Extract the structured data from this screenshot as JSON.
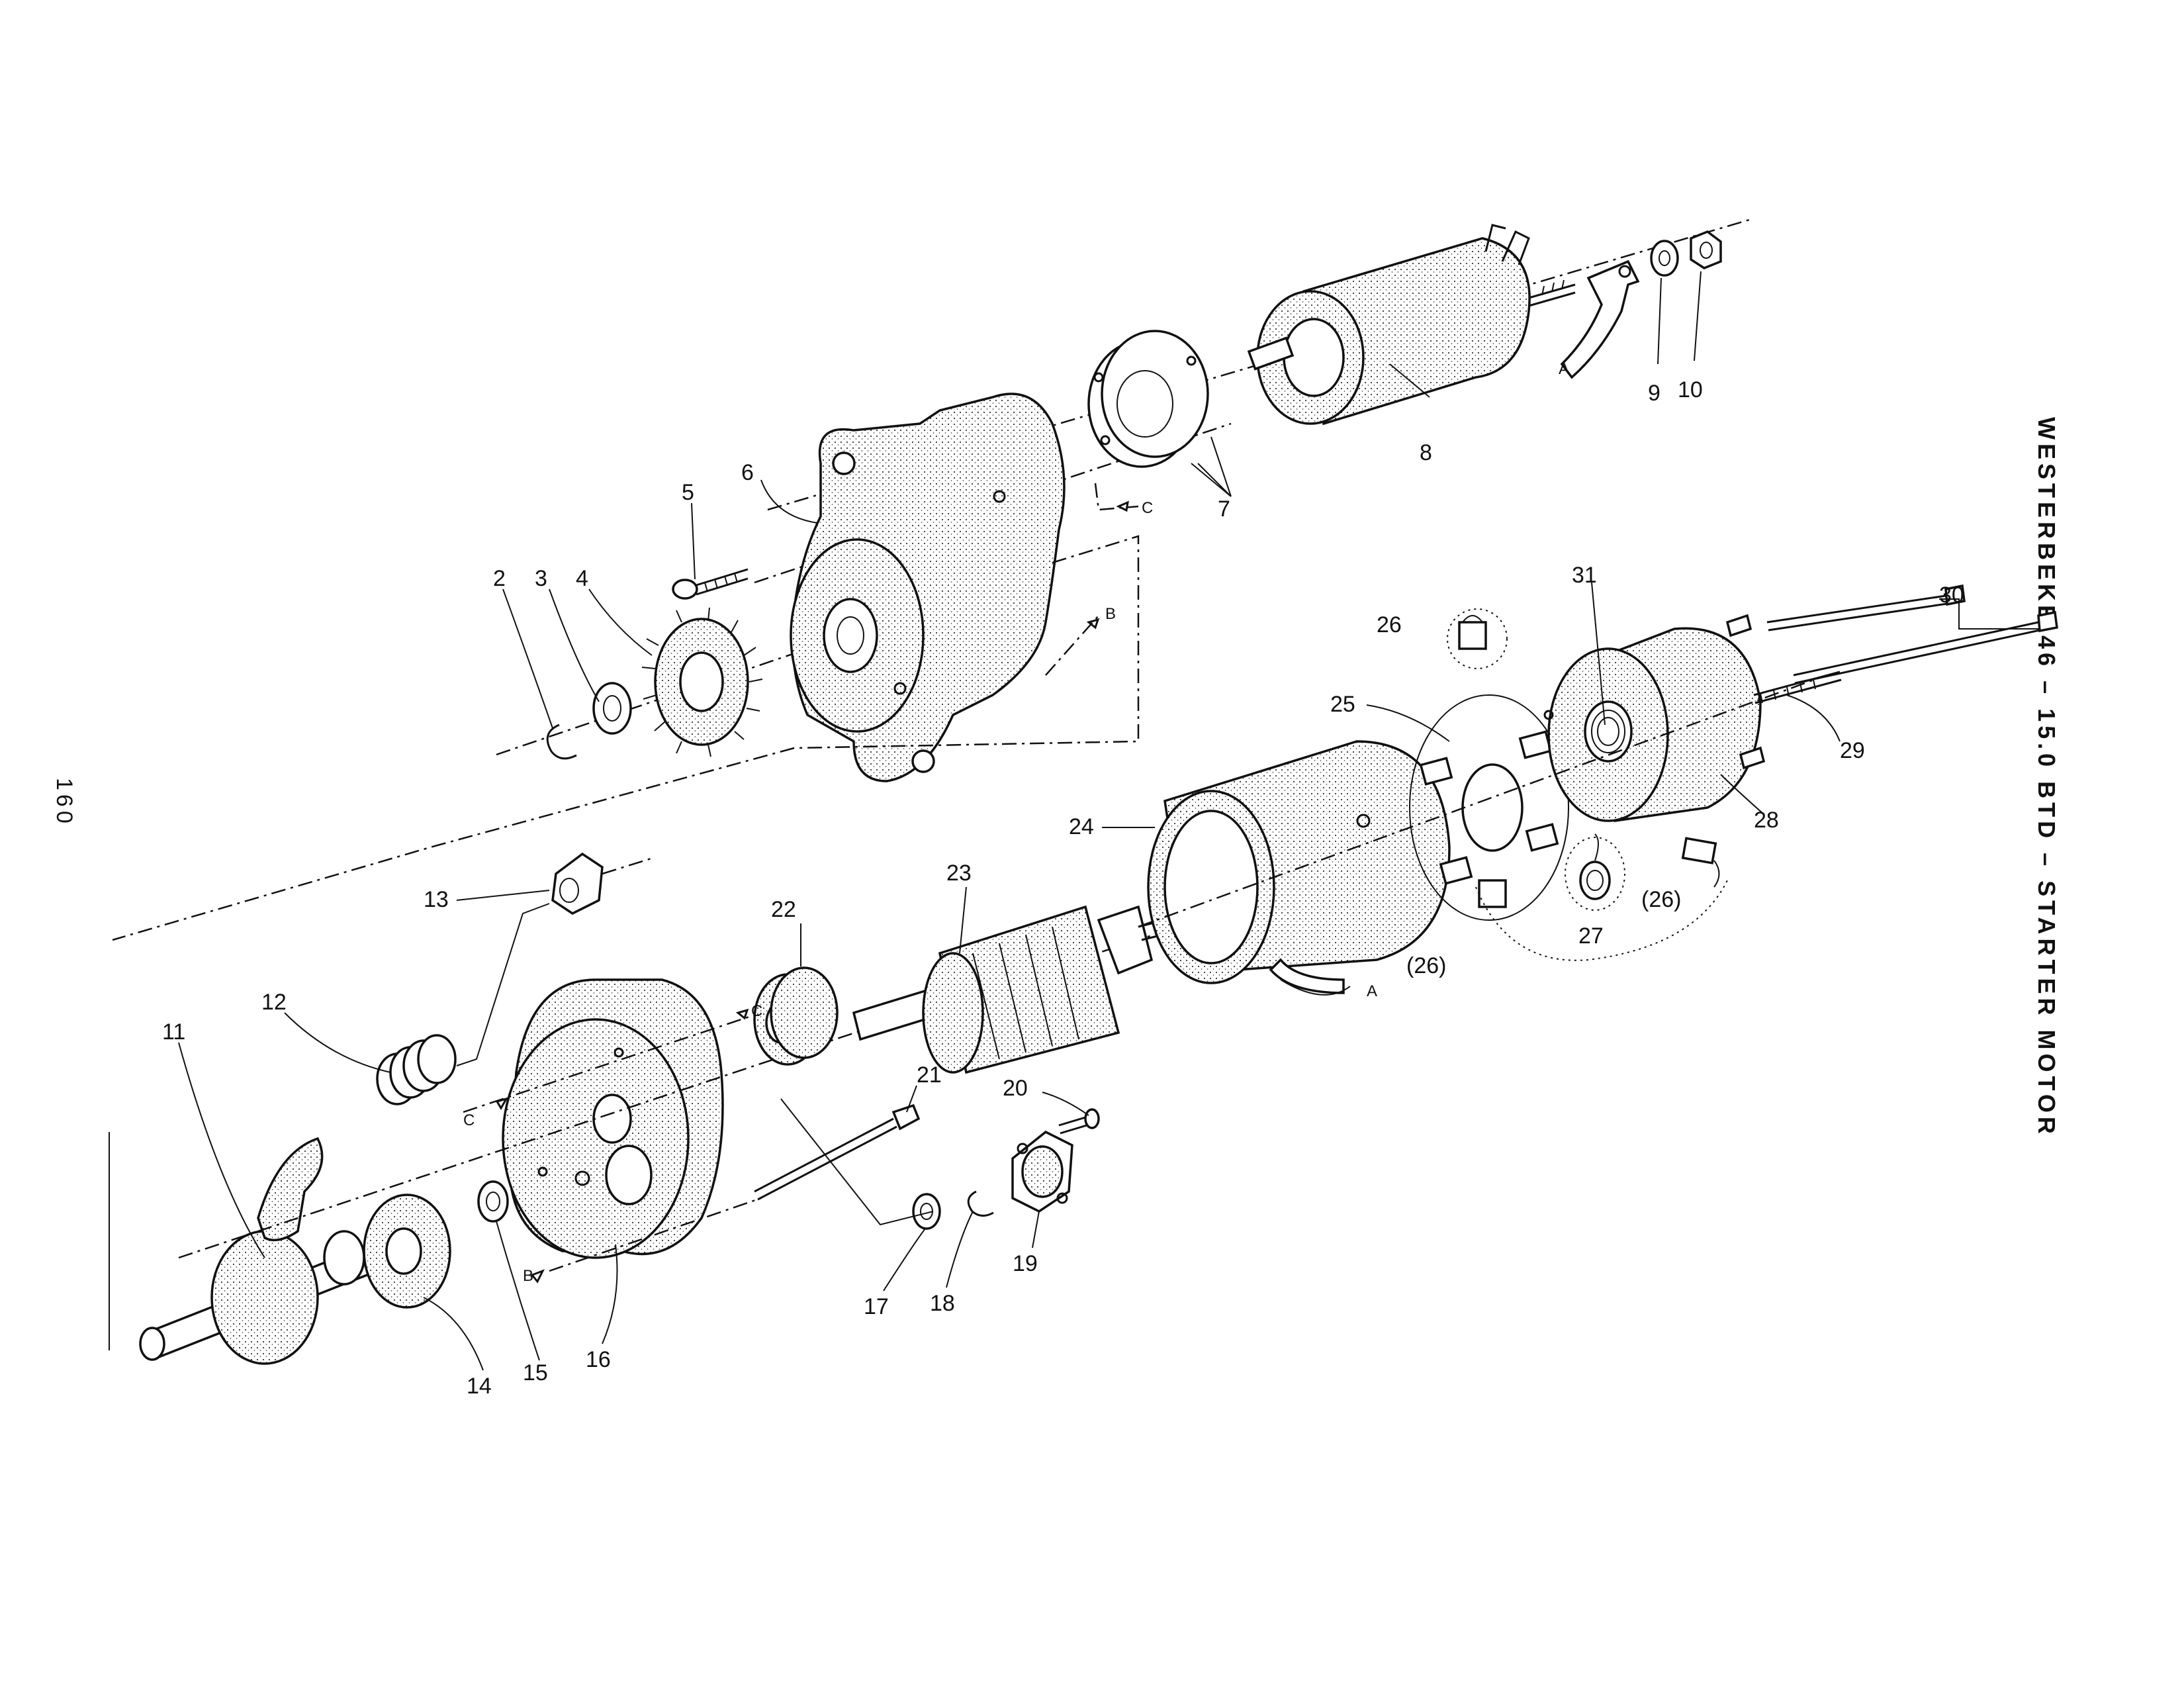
{
  "title": "WESTERBEKE 46 – 15.0 BTD – STARTER MOTOR",
  "page_number": "160",
  "ref_letters": {
    "a": "A",
    "b": "B",
    "c": "C"
  },
  "callouts": [
    "2",
    "3",
    "4",
    "5",
    "6",
    "7",
    "8",
    "9",
    "10",
    "11",
    "12",
    "13",
    "14",
    "15",
    "16",
    "17",
    "18",
    "19",
    "20",
    "21",
    "22",
    "23",
    "24",
    "25",
    "26",
    "27",
    "28",
    "29",
    "30",
    "31"
  ],
  "callouts_paren": [
    "(26)",
    "(26)"
  ],
  "colors": {
    "ink": "#111111",
    "paper": "#ffffff"
  }
}
